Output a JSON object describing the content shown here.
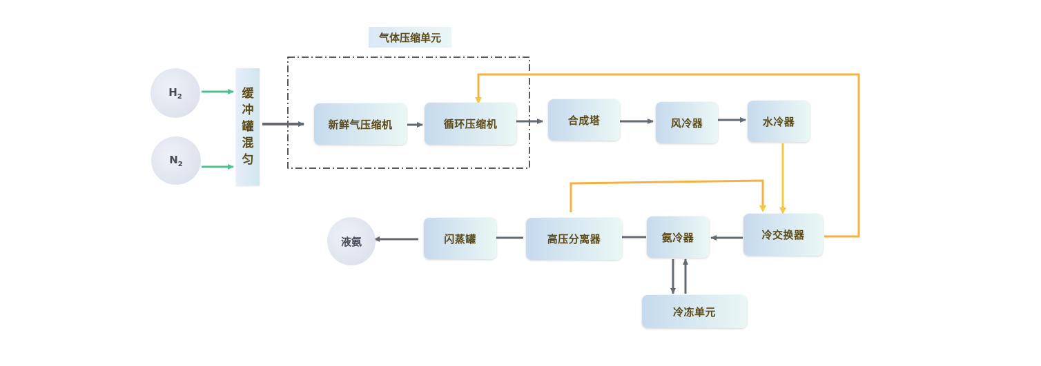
{
  "group": {
    "label": "气体压缩单元"
  },
  "inputs": {
    "h2": {
      "base": "H",
      "sub": "2"
    },
    "n2": {
      "base": "N",
      "sub": "2"
    }
  },
  "buffer": {
    "chars": [
      "缓",
      "冲",
      "罐",
      "混",
      "匀"
    ]
  },
  "nodes": {
    "fresh_compressor": "新鲜气压缩机",
    "recycle_compressor": "循环压缩机",
    "synthesis_tower": "合成塔",
    "air_cooler": "风冷器",
    "water_cooler": "水冷器",
    "cold_exchanger": "冷交换器",
    "ammonia_cooler": "氨冷器",
    "hp_separator": "高压分离器",
    "flash_tank": "闪蒸罐",
    "refrigeration_unit": "冷冻单元",
    "liquid_ammonia": "液氨"
  },
  "colors": {
    "input_arrow": "#4fc08d",
    "process_arrow": "#606a70",
    "recycle_line": "#f5b041",
    "node_text": "#5b4a18"
  }
}
